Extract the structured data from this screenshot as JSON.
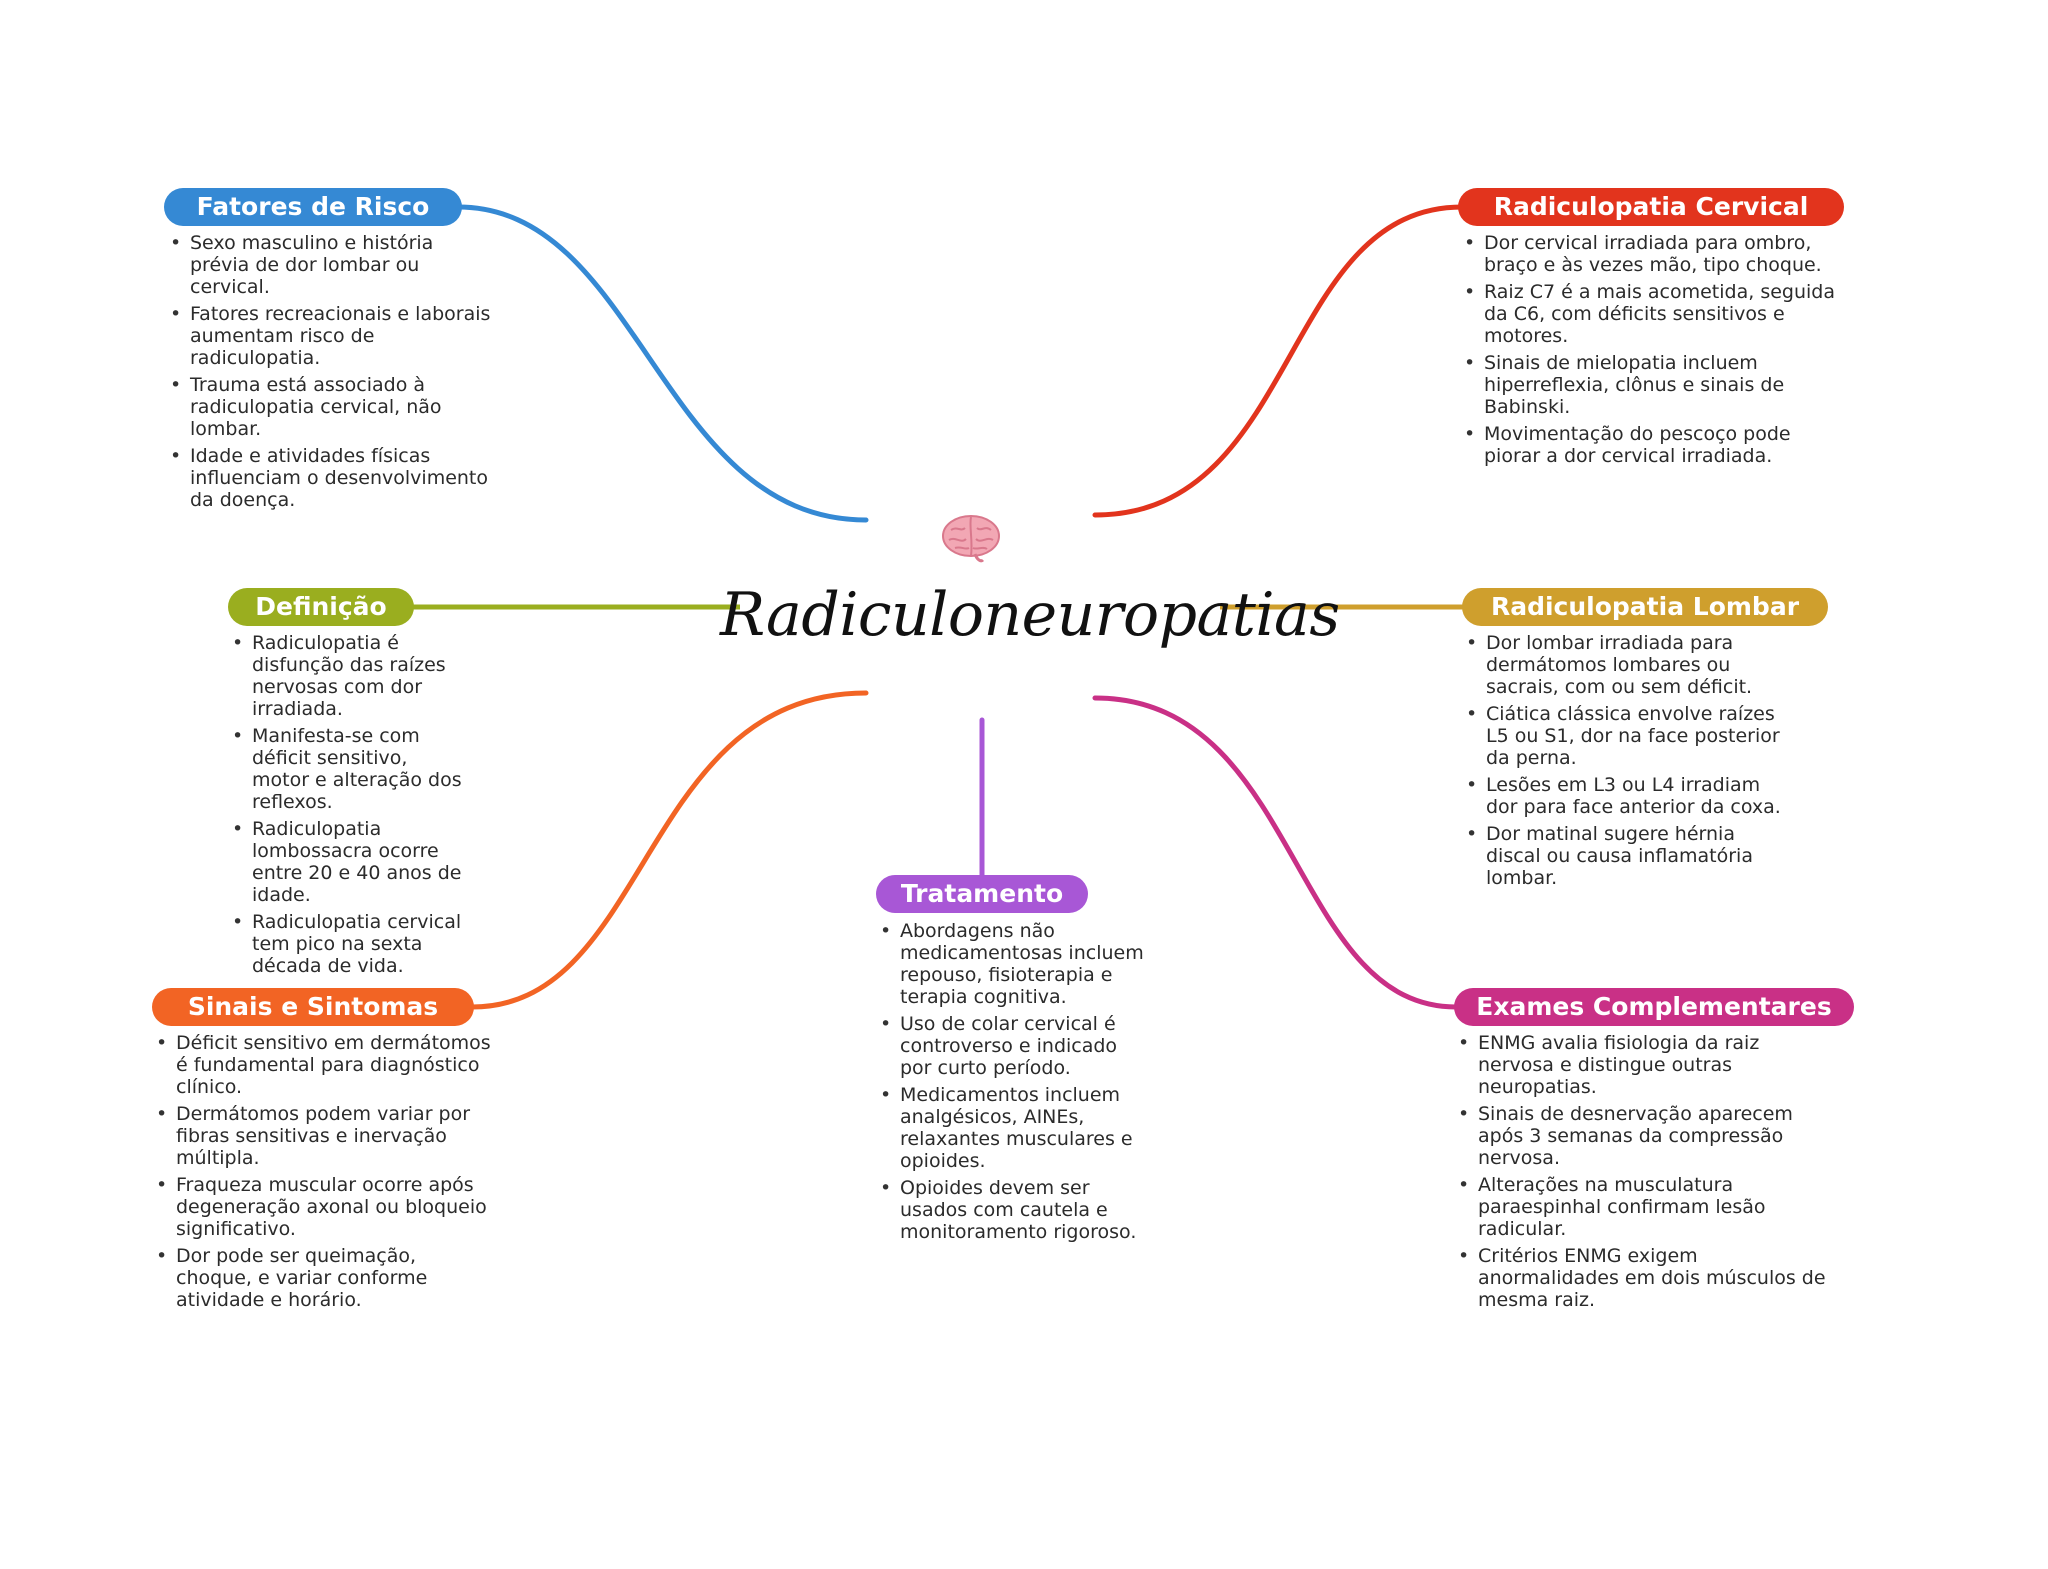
{
  "central": {
    "title": "Radiculoneuropatias",
    "icon": "brain-icon"
  },
  "colors": {
    "fatores": "#3589d4",
    "definicao": "#9aae1f",
    "sinais": "#f26424",
    "tratamento": "#a857d6",
    "cervical": "#e2341d",
    "lombar": "#cf9f2d",
    "exames": "#c93086"
  },
  "branches": {
    "fatores": {
      "title": "Fatores de Risco",
      "items": [
        "Sexo masculino e história prévia de dor lombar ou cervical.",
        "Fatores recreacionais e laborais aumentam risco de radiculopatia.",
        "Trauma está associado à radiculopatia cervical, não lombar.",
        "Idade e atividades físicas influenciam o desenvolvimento da doença."
      ]
    },
    "definicao": {
      "title": "Definição",
      "items": [
        "Radiculopatia é disfunção das raízes nervosas com dor irradiada.",
        "Manifesta-se com déficit sensitivo, motor e alteração dos reflexos.",
        "Radiculopatia lombossacra ocorre entre 20 e 40 anos de idade.",
        "Radiculopatia cervical tem pico na sexta década de vida."
      ]
    },
    "sinais": {
      "title": "Sinais e Sintomas",
      "items": [
        "Déficit sensitivo em dermátomos é fundamental para diagnóstico clínico.",
        "Dermátomos podem variar por fibras sensitivas e inervação múltipla.",
        "Fraqueza muscular ocorre após degeneração axonal ou bloqueio significativo.",
        "Dor pode ser queimação, choque, e variar conforme atividade e horário."
      ]
    },
    "tratamento": {
      "title": "Tratamento",
      "items": [
        "Abordagens não medicamentosas incluem repouso, fisioterapia e terapia cognitiva.",
        "Uso de colar cervical é controverso e indicado por curto período.",
        "Medicamentos incluem analgésicos, AINEs, relaxantes musculares e opioides.",
        "Opioides devem ser usados com cautela e monitoramento rigoroso."
      ]
    },
    "cervical": {
      "title": "Radiculopatia Cervical",
      "items": [
        "Dor cervical irradiada para ombro, braço e às vezes mão, tipo choque.",
        "Raiz C7 é a mais acometida, seguida da C6, com déficits sensitivos e motores.",
        "Sinais de mielopatia incluem hiperreflexia, clônus e sinais de Babinski.",
        "Movimentação do pescoço pode piorar a dor cervical irradiada."
      ]
    },
    "lombar": {
      "title": "Radiculopatia Lombar",
      "items": [
        "Dor lombar irradiada para dermátomos lombares ou sacrais, com ou sem déficit.",
        "Ciática clássica envolve raízes L5 ou S1, dor na face posterior da perna.",
        "Lesões em L3 ou L4 irradiam dor para face anterior da coxa.",
        "Dor matinal sugere hérnia discal ou causa inflamatória lombar."
      ]
    },
    "exames": {
      "title": "Exames Complementares",
      "items": [
        "ENMG avalia fisiologia da raiz nervosa e distingue outras neuropatias.",
        "Sinais de desnervação aparecem após 3 semanas da compressão nervosa.",
        "Alterações na musculatura paraespinhal confirmam lesão radicular.",
        "Critérios ENMG exigem anormalidades em dois músculos de mesma raiz."
      ]
    }
  }
}
